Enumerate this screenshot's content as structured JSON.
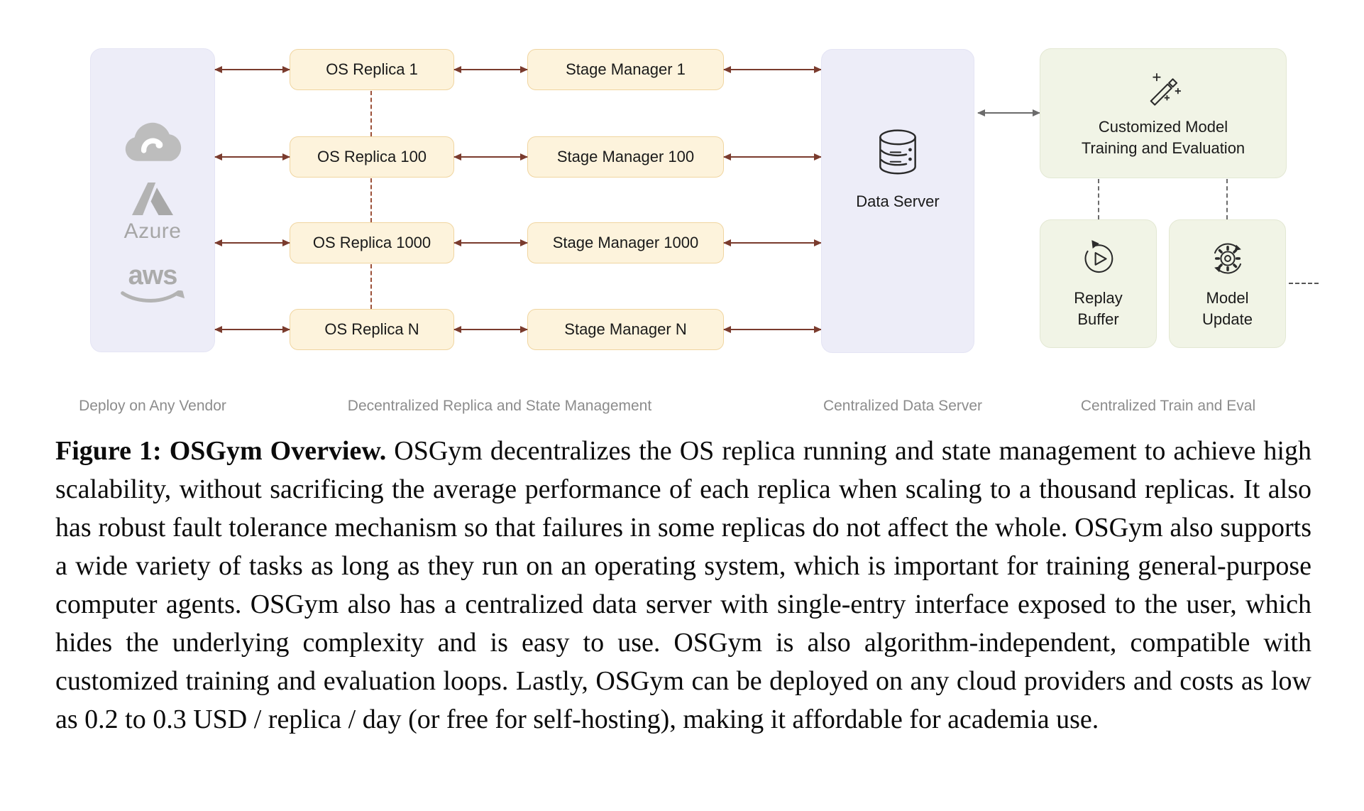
{
  "colors": {
    "arrow_maroon": "#7a3b2d",
    "dashed_maroon": "#9c5038",
    "gray_line": "#6b6b6b",
    "replica_box_fill": "#fdf3dc",
    "replica_box_border": "#f0d5a0",
    "panel_lavender_fill": "#ededf8",
    "train_box_fill": "#f1f4e6",
    "section_label_gray": "#8c8c8c"
  },
  "icons": {
    "vendor_panel": [
      "google-cloud-icon",
      "azure-logo-icon",
      "aws-logo-icon"
    ],
    "data_server": "database-icon",
    "train_eval": "magic-wand-icon",
    "replay_buffer": "replay-icon",
    "model_update": "gear-sync-icon"
  },
  "diagram": {
    "vendor_panel": {
      "azure_label": "Azure",
      "aws_label": "aws",
      "section_label": "Deploy on Any Vendor"
    },
    "os_replicas": {
      "items": [
        "OS Replica 1",
        "OS Replica 100",
        "OS Replica 1000",
        "OS Replica N"
      ]
    },
    "stage_managers": {
      "items": [
        "Stage Manager 1",
        "Stage Manager 100",
        "Stage Manager 1000",
        "Stage Manager N"
      ]
    },
    "replica_section_label": "Decentralized Replica and State Management",
    "data_server": {
      "label": "Data Server",
      "section_label": "Centralized Data Server"
    },
    "train_eval": {
      "main_label": "Customized Model Training and Evaluation",
      "replay_label": "Replay Buffer",
      "model_label": "Model Update",
      "section_label": "Centralized Train and Eval"
    }
  },
  "caption": {
    "lead": "Figure 1: OSGym Overview.",
    "body": "OSGym decentralizes the OS replica running and state management to achieve high scalability, without sacrificing the average performance of each replica when scaling to a thousand replicas. It also has robust fault tolerance mechanism so that failures in some replicas do not affect the whole. OSGym also supports a wide variety of tasks as long as they run on an operating system, which is important for training general-purpose computer agents. OSGym also has a centralized data server with single-entry interface exposed to the user, which hides the underlying complexity and is easy to use. OSGym is also algorithm-independent, compatible with customized training and evaluation loops. Lastly, OSGym can be deployed on any cloud providers and costs as low as 0.2 to 0.3 USD / replica / day (or free for self-hosting), making it affordable for academia use."
  }
}
